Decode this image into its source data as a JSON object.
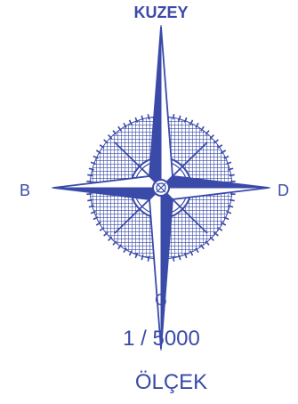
{
  "compass": {
    "north": "KUZEY",
    "west": "B",
    "east": "D",
    "south": "G",
    "icon": "compass-rose-icon"
  },
  "scale": {
    "value": "1 / 5000",
    "label": "ÖLÇEK"
  },
  "colors": {
    "ink": "#3a4aa8",
    "background": "#ffffff"
  }
}
